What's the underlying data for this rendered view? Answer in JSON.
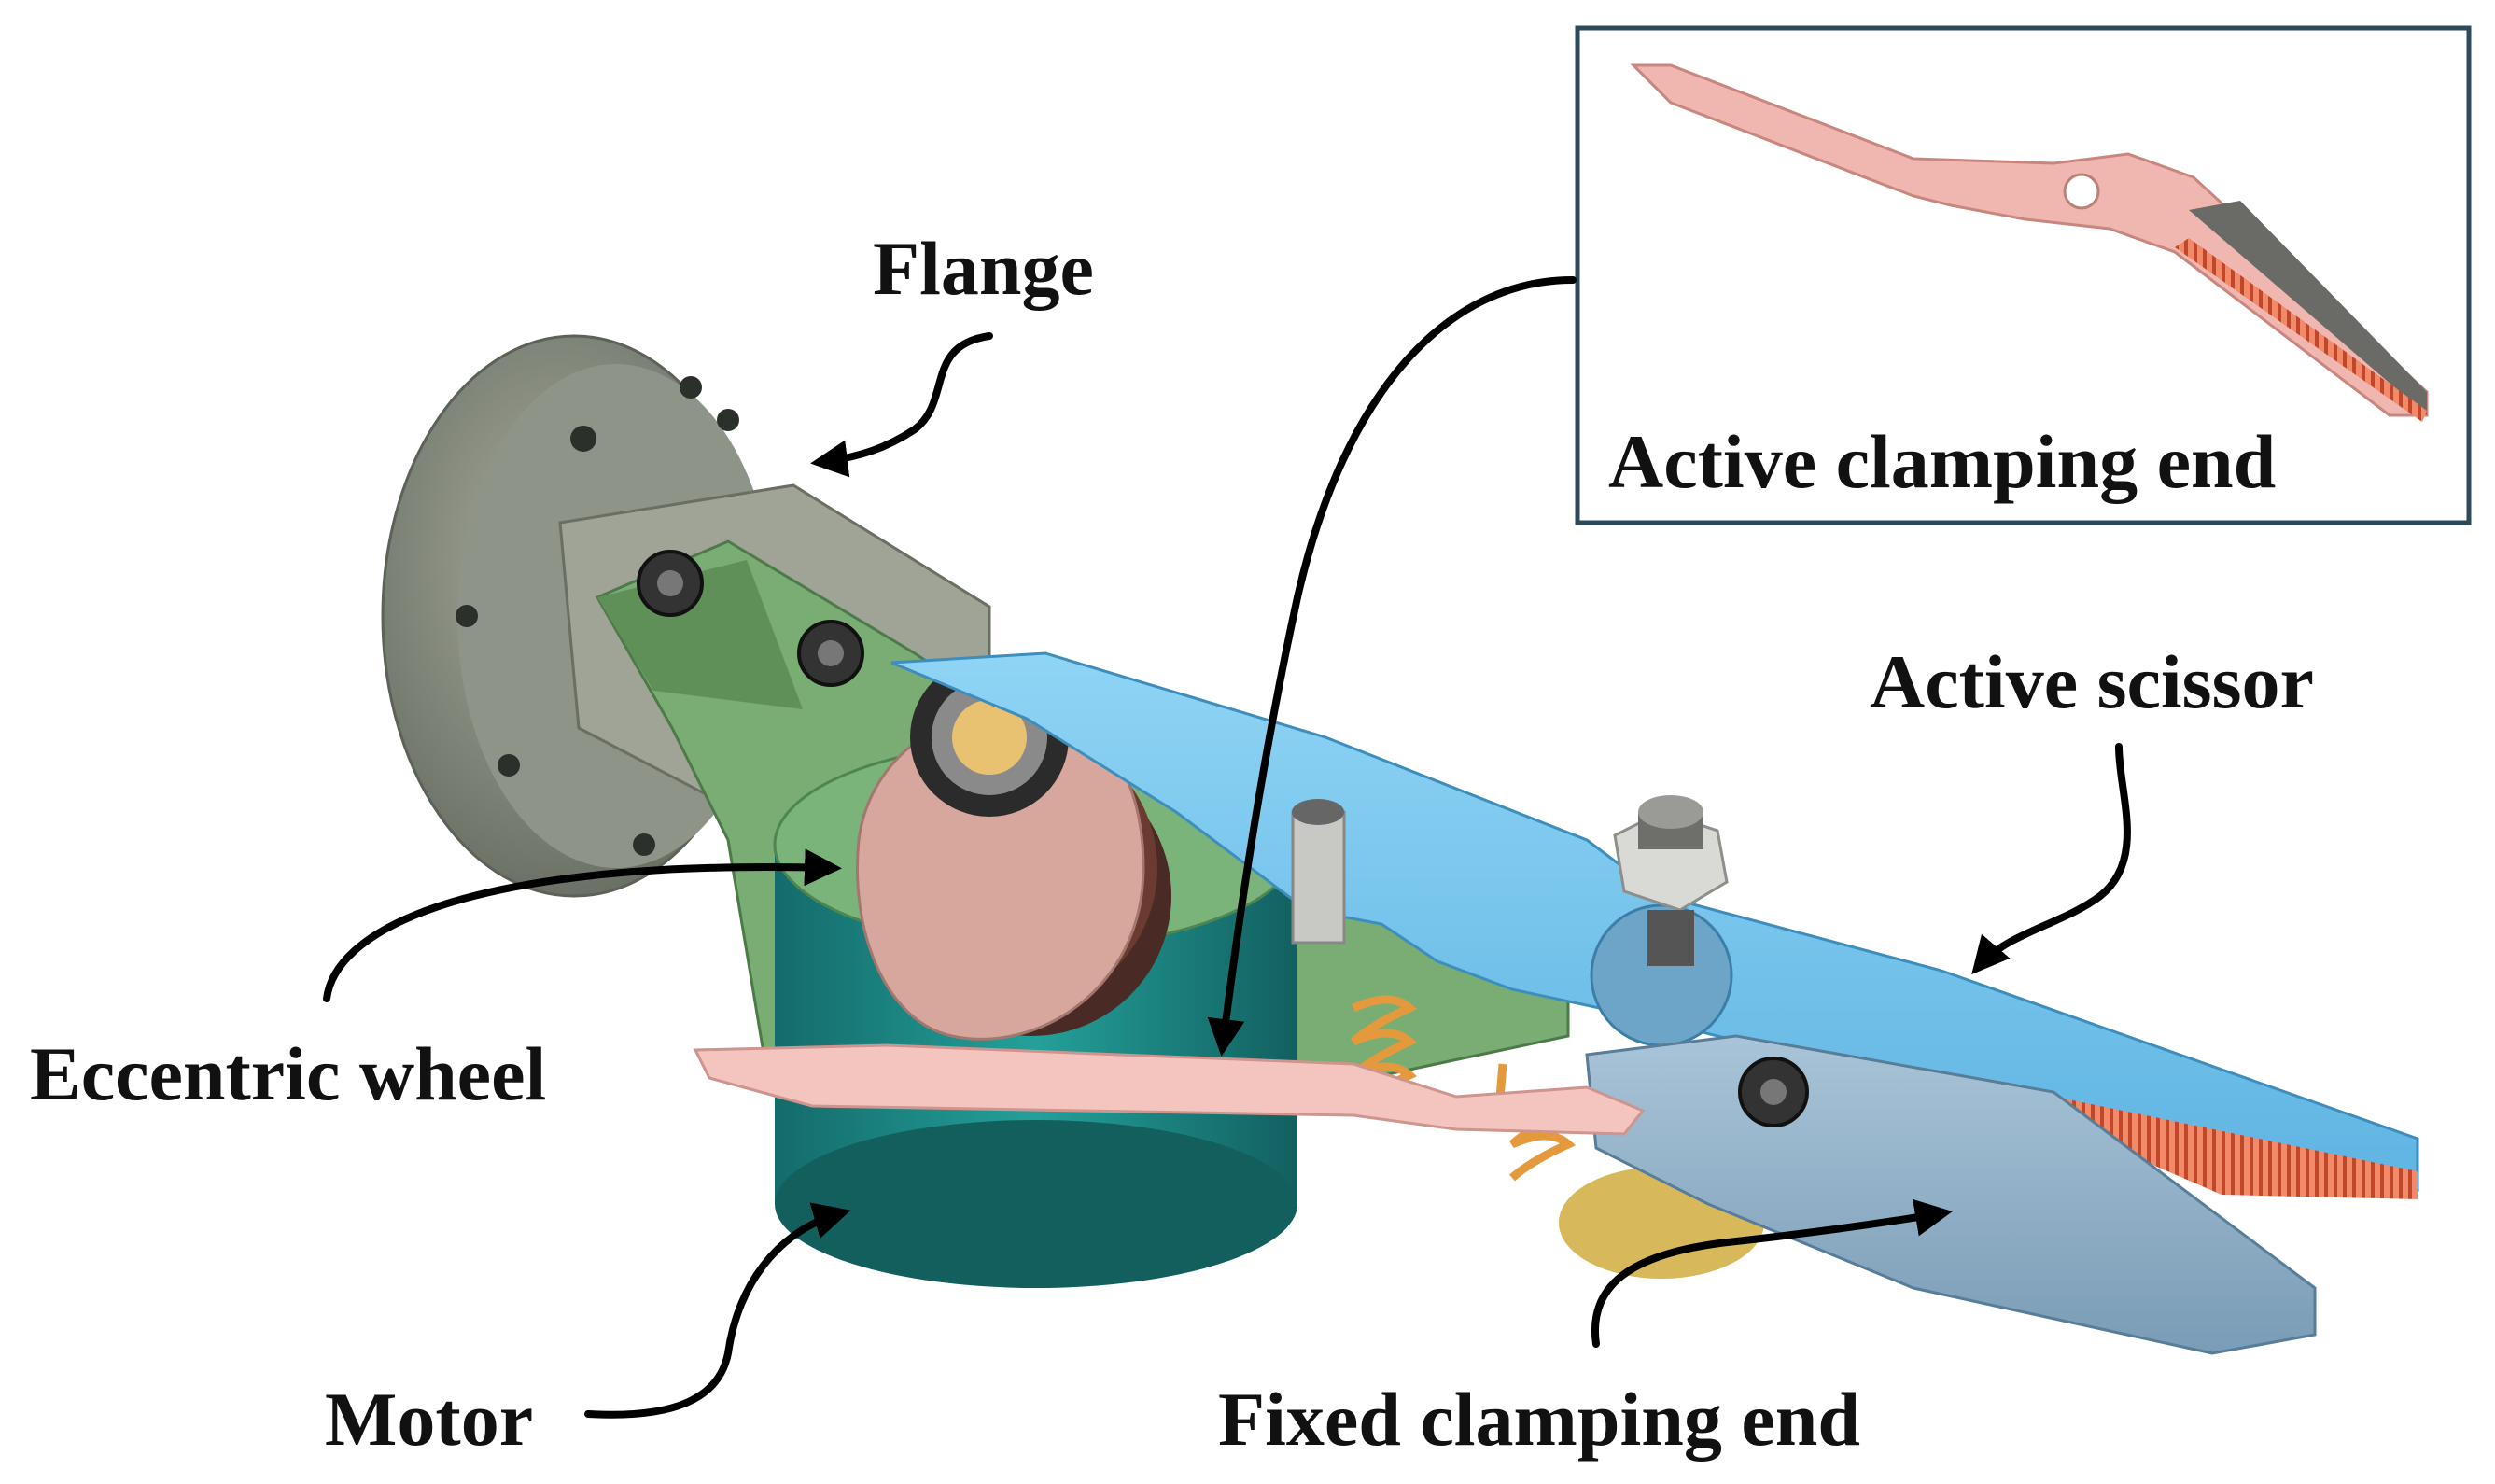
{
  "labels": {
    "flange": "Flange",
    "active_clamping_end": "Active clamping end",
    "active_scissor": "Active scissor",
    "eccentric_wheel": "Eccentric wheel",
    "motor": "Motor",
    "fixed_clamping_end": "Fixed clamping end"
  },
  "colors": {
    "flange": "#8c9285",
    "mount": "#6fa06a",
    "active_scissor": "#78c6ee",
    "active_clamping_end": "#f0b6b0",
    "fixed_clamping_end": "#8fb0c8",
    "motor": "#1e8a86",
    "eccentric_wheel": "#d7a79e",
    "spring": "#e49a3c",
    "teeth": "#e0704c",
    "inset_border": "#2d4a5c"
  }
}
